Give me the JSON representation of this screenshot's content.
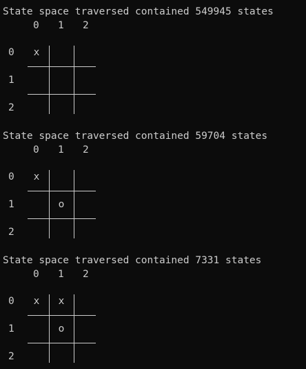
{
  "terminal": {
    "background": "#0c0c0c",
    "foreground": "#cccccc",
    "blocks": [
      {
        "header": "State space traversed contained 549945 states",
        "col_labels": [
          "0",
          "1",
          "2"
        ],
        "row_labels": [
          "0",
          "1",
          "2"
        ],
        "cells": [
          [
            "x",
            "",
            ""
          ],
          [
            "",
            "",
            ""
          ],
          [
            "",
            "",
            ""
          ]
        ]
      },
      {
        "header": "State space traversed contained 59704 states",
        "col_labels": [
          "0",
          "1",
          "2"
        ],
        "row_labels": [
          "0",
          "1",
          "2"
        ],
        "cells": [
          [
            "x",
            "",
            ""
          ],
          [
            "",
            "o",
            ""
          ],
          [
            "",
            "",
            ""
          ]
        ]
      },
      {
        "header": "State space traversed contained 7331 states",
        "col_labels": [
          "0",
          "1",
          "2"
        ],
        "row_labels": [
          "0",
          "1",
          "2"
        ],
        "cells": [
          [
            "x",
            "x",
            ""
          ],
          [
            "",
            "o",
            ""
          ],
          [
            "",
            "",
            ""
          ]
        ]
      }
    ]
  }
}
